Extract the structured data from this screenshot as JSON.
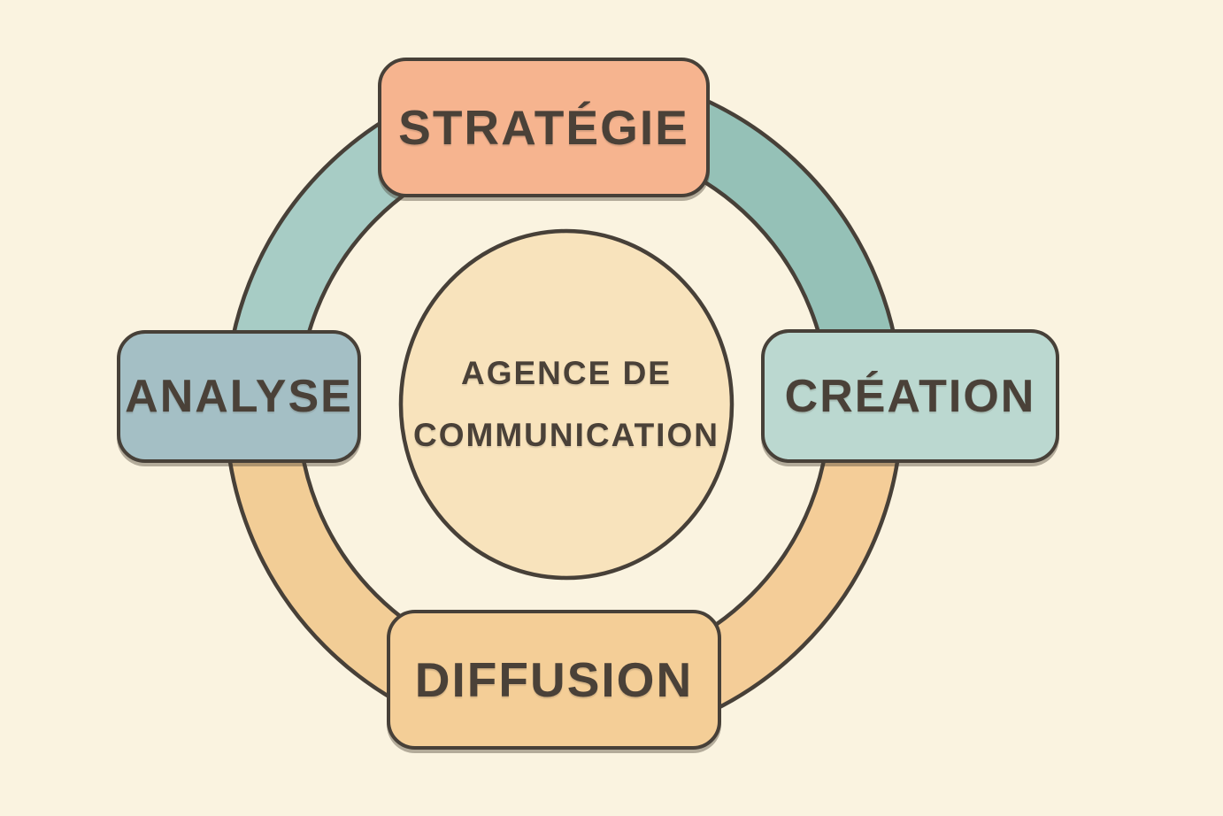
{
  "diagram": {
    "center_label": {
      "line1": "AGENCE DE",
      "line2": "COMMUNICATION"
    },
    "nodes": [
      {
        "id": "strategie",
        "label": "STRATÉGIE",
        "position": "top"
      },
      {
        "id": "creation",
        "label": "CRÉATION",
        "position": "right"
      },
      {
        "id": "diffusion",
        "label": "DIFFUSION",
        "position": "bottom"
      },
      {
        "id": "analyse",
        "label": "ANALYSE",
        "position": "left"
      }
    ],
    "colors": {
      "background": "#FAF3E0",
      "outline": "#474038",
      "text": "#4A4138",
      "node_top_fill": "#F6B48F",
      "node_right_fill": "#BBD8D0",
      "node_bottom_fill": "#F4CE97",
      "node_left_fill": "#A4BFC5",
      "center_fill": "#F8E3BC",
      "arc_top_left": "#A7CCC5",
      "arc_top_right": "#95C1B7",
      "arc_bottom_right": "#F4CD98",
      "arc_bottom_left": "#F2CD96"
    }
  }
}
